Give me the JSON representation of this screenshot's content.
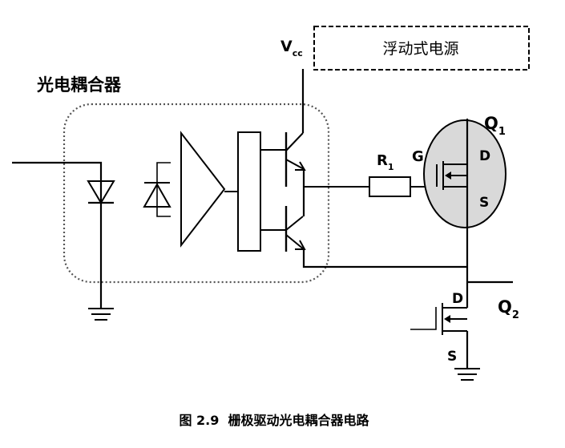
{
  "labels": {
    "vcc_main": "V",
    "vcc_sub": "cc",
    "floating_supply": "浮动式电源",
    "optocoupler": "光电耦合器",
    "r1_main": "R",
    "r1_sub": "1",
    "gate": "G",
    "q1_main": "Q",
    "q1_sub": "1",
    "q1_drain": "D",
    "q1_source": "S",
    "q2_main": "Q",
    "q2_sub": "2",
    "q2_drain": "D",
    "q2_source": "S"
  },
  "caption": "图 2.9  栅极驱动光电耦合器电路",
  "colors": {
    "line": "#000000",
    "q1_fill": "#d9d9d9",
    "background": "#ffffff"
  }
}
